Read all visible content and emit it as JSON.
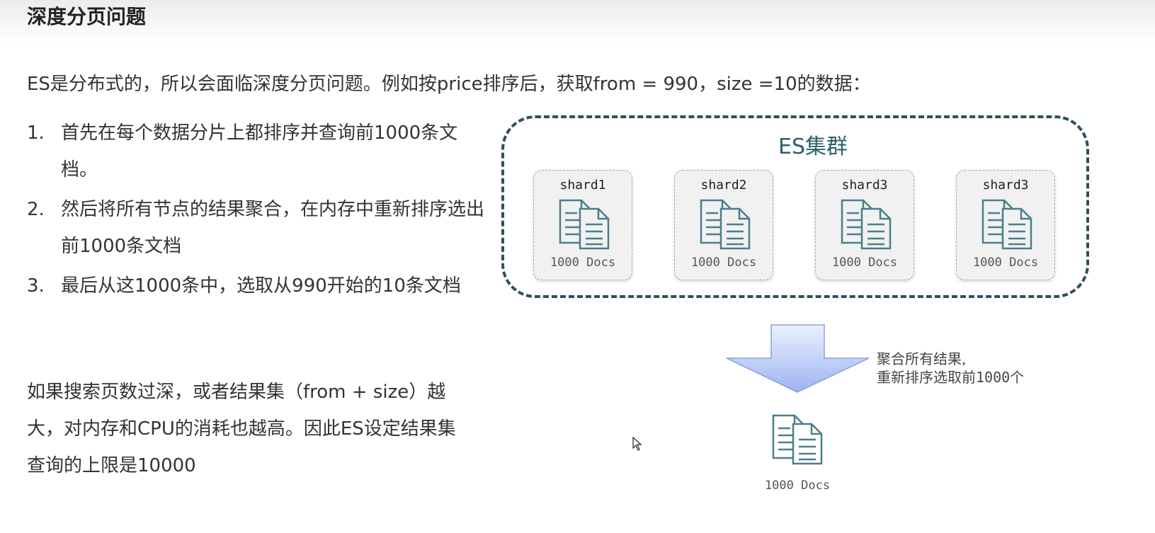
{
  "title": "深度分页问题",
  "intro": "ES是分布式的，所以会面临深度分页问题。例如按price排序后，获取from = 990，size =10的数据：",
  "steps": [
    {
      "num": "1.",
      "text": "首先在每个数据分片上都排序并查询前1000条文档。"
    },
    {
      "num": "2.",
      "text": "然后将所有节点的结果聚合，在内存中重新排序选出前1000条文档"
    },
    {
      "num": "3.",
      "text": "最后从这1000条中，选取从990开始的10条文档"
    }
  ],
  "outro": "如果搜索页数过深，或者结果集（from + size）越大，对内存和CPU的消耗也越高。因此ES设定结果集查询的上限是10000",
  "diagram": {
    "cluster_label": "ES集群",
    "shards": [
      {
        "name": "shard1",
        "count": "1000 Docs"
      },
      {
        "name": "shard2",
        "count": "1000 Docs"
      },
      {
        "name": "shard3",
        "count": "1000 Docs"
      },
      {
        "name": "shard3",
        "count": "1000 Docs"
      }
    ],
    "arrow_note_line1": "聚合所有结果,",
    "arrow_note_line2_prefix": "重新排序选取前",
    "arrow_note_line2_number": "1000",
    "arrow_note_line2_suffix": "个",
    "result_count": "1000 Docs",
    "icons": {
      "document": "document-stack-icon",
      "arrow": "down-arrow-icon"
    },
    "colors": {
      "dark_teal": "#2f4f5a",
      "icon_teal": "#4a7f8a",
      "arrow_fill_top": "#eaf0ff",
      "arrow_fill_bottom": "#9db4f0"
    }
  }
}
